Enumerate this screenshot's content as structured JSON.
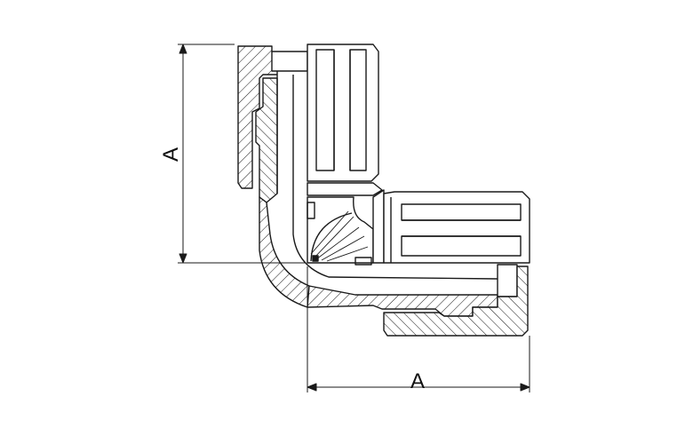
{
  "drawing": {
    "line_color": "#1a1a1a",
    "background": "#ffffff",
    "hatch_style": "diagonal"
  },
  "dimensions": {
    "vertical_label": "A",
    "horizontal_label": "A"
  }
}
